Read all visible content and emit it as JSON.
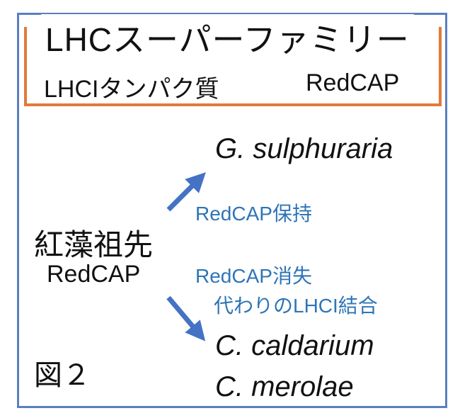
{
  "header": {
    "title": "LHCスーパーファミリー",
    "left_label": "LHCIタンパク質",
    "right_label": "RedCAP"
  },
  "ancestor": {
    "name": "紅藻祖先",
    "protein": "RedCAP"
  },
  "branches": [
    {
      "species": [
        "G. sulphuraria"
      ],
      "annotation": [
        "RedCAP保持"
      ],
      "direction": "up"
    },
    {
      "species": [
        "C. caldarium",
        "C. merolae"
      ],
      "annotation": [
        "RedCAP消失",
        "代わりのLHCI結合"
      ],
      "direction": "down"
    }
  ],
  "figure_label": "図２",
  "colors": {
    "frame": "#5b7fbf",
    "bracket": "#e07b39",
    "arrow": "#4472c4",
    "annotation_text": "#2e75b6",
    "text": "#111111"
  }
}
